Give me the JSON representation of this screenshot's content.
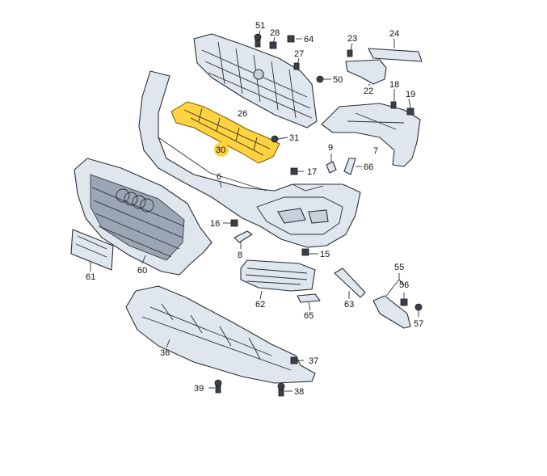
{
  "callouts": [
    {
      "id": "c51",
      "label": "51"
    },
    {
      "id": "c28",
      "label": "28"
    },
    {
      "id": "c64",
      "label": "64"
    },
    {
      "id": "c27",
      "label": "27"
    },
    {
      "id": "c50",
      "label": "50"
    },
    {
      "id": "c23",
      "label": "23"
    },
    {
      "id": "c24",
      "label": "24"
    },
    {
      "id": "c22",
      "label": "22"
    },
    {
      "id": "c18",
      "label": "18"
    },
    {
      "id": "c19",
      "label": "19"
    },
    {
      "id": "c26",
      "label": "26"
    },
    {
      "id": "c31",
      "label": "31"
    },
    {
      "id": "c30",
      "label": "30"
    },
    {
      "id": "c9",
      "label": "9"
    },
    {
      "id": "c7",
      "label": "7"
    },
    {
      "id": "c17",
      "label": "17"
    },
    {
      "id": "c66",
      "label": "66"
    },
    {
      "id": "c6",
      "label": "6"
    },
    {
      "id": "c16",
      "label": "16"
    },
    {
      "id": "c8",
      "label": "8"
    },
    {
      "id": "c15",
      "label": "15"
    },
    {
      "id": "c61",
      "label": "61"
    },
    {
      "id": "c60",
      "label": "60"
    },
    {
      "id": "c55",
      "label": "55"
    },
    {
      "id": "c56",
      "label": "56"
    },
    {
      "id": "c57",
      "label": "57"
    },
    {
      "id": "c62",
      "label": "62"
    },
    {
      "id": "c63",
      "label": "63"
    },
    {
      "id": "c65",
      "label": "65"
    },
    {
      "id": "c36",
      "label": "36"
    },
    {
      "id": "c37",
      "label": "37"
    },
    {
      "id": "c39",
      "label": "39"
    },
    {
      "id": "c38",
      "label": "38"
    }
  ],
  "highlighted_part": "30",
  "colors": {
    "part_fill": "#dfe6ee",
    "outline": "#2a2f36",
    "highlight": "#ffd23f"
  }
}
